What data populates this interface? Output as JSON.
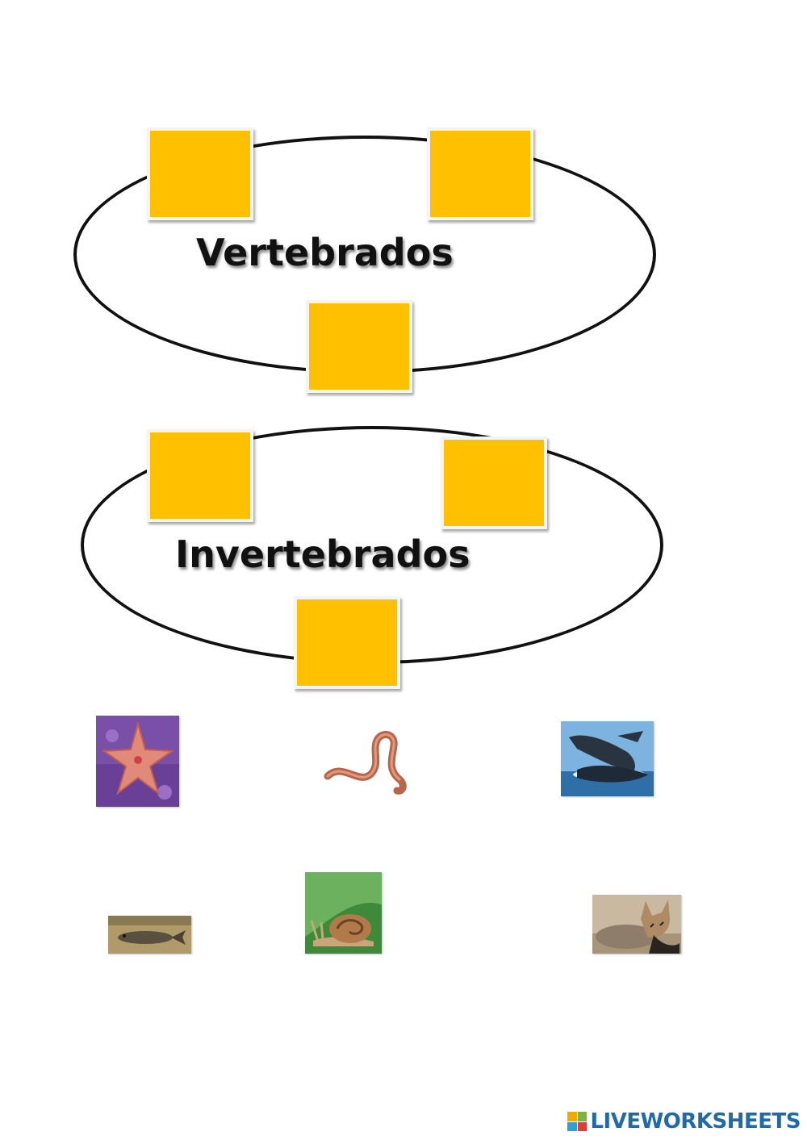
{
  "groups": {
    "vertebrados": {
      "label": "Vertebrados"
    },
    "invertebrados": {
      "label": "Invertebrados"
    }
  },
  "colors": {
    "drop_box": "#FFC000",
    "outline": "#111111",
    "brand": "#1f6aa8"
  },
  "images": [
    {
      "id": "starfish",
      "icon": "starfish-image"
    },
    {
      "id": "worm",
      "icon": "worm-image"
    },
    {
      "id": "whale",
      "icon": "whale-image"
    },
    {
      "id": "fish",
      "icon": "fish-image"
    },
    {
      "id": "snail",
      "icon": "snail-image"
    },
    {
      "id": "fox",
      "icon": "fox-image"
    }
  ],
  "footer": {
    "brand": "LIVEWORKSHEETS"
  }
}
